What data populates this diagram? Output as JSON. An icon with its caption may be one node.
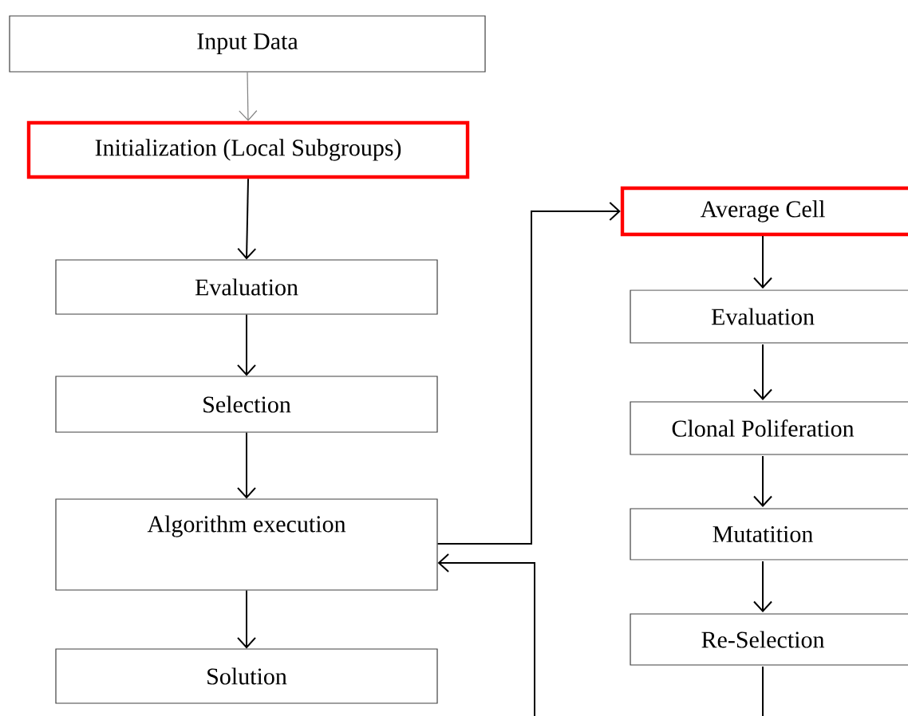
{
  "diagram": {
    "nodes": [
      {
        "text": [
          "Input Data"
        ]
      },
      {
        "text": [
          "Initialization (Local Subgroups)"
        ]
      },
      {
        "text": [
          "Evaluation"
        ]
      },
      {
        "text": [
          "Selection"
        ]
      },
      {
        "text": [
          "Algorithm execution"
        ]
      },
      {
        "text": [
          "Solution"
        ]
      },
      {
        "text": [
          "Average Cell"
        ]
      },
      {
        "text": [
          "Evaluation"
        ]
      },
      {
        "text": [
          "Clonal Poliferation"
        ]
      },
      {
        "text": [
          "Mutatition"
        ]
      },
      {
        "text": [
          "Re-Selection"
        ]
      }
    ],
    "edges": [
      {
        "from": 0,
        "to": 1,
        "arrow": "to",
        "color": "#808080"
      },
      {
        "from": 1,
        "to": 2,
        "arrow": "to"
      },
      {
        "from": 2,
        "to": 3,
        "arrow": "to"
      },
      {
        "from": 3,
        "to": 4,
        "arrow": "to"
      },
      {
        "from": 4,
        "to": 5,
        "arrow": "to"
      },
      {
        "from": 4,
        "to": 6,
        "arrow": "to"
      },
      {
        "from": 6,
        "to": 7,
        "arrow": "to"
      },
      {
        "from": 7,
        "to": 8,
        "arrow": "to"
      },
      {
        "from": 8,
        "to": 9,
        "arrow": "to"
      },
      {
        "from": 9,
        "to": 10,
        "arrow": "to"
      },
      {
        "from": 10,
        "to": null,
        "arrow": "none"
      },
      {
        "from": null,
        "to": 4,
        "arrow": "to"
      }
    ]
  }
}
